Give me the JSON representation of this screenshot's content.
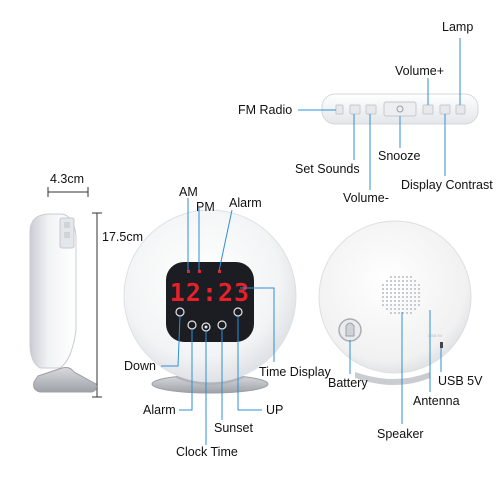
{
  "labels": {
    "lamp": "Lamp",
    "volume_plus": "Volume+",
    "fm_radio": "FM Radio",
    "set_sounds": "Set Sounds",
    "snooze": "Snooze",
    "display_contrast": "Display Contrast",
    "volume_minus": "Volume-",
    "am": "AM",
    "pm": "PM",
    "alarm_top": "Alarm",
    "width_dim": "4.3cm",
    "height_dim": "17.5cm",
    "down": "Down",
    "time_display": "Time Display",
    "alarm_bottom": "Alarm",
    "up": "UP",
    "sunset": "Sunset",
    "clock_time": "Clock Time",
    "battery": "Battery",
    "usb": "USB 5V",
    "antenna": "Antenna",
    "speaker": "Speaker",
    "usb_port_print": "USB 5V"
  },
  "display": {
    "time": "12:23",
    "color": "#e8202a"
  },
  "colors": {
    "callout_line": "#2f8fd6",
    "device_white": "#f4f4f4",
    "stand_gray": "#b9bcc1"
  }
}
